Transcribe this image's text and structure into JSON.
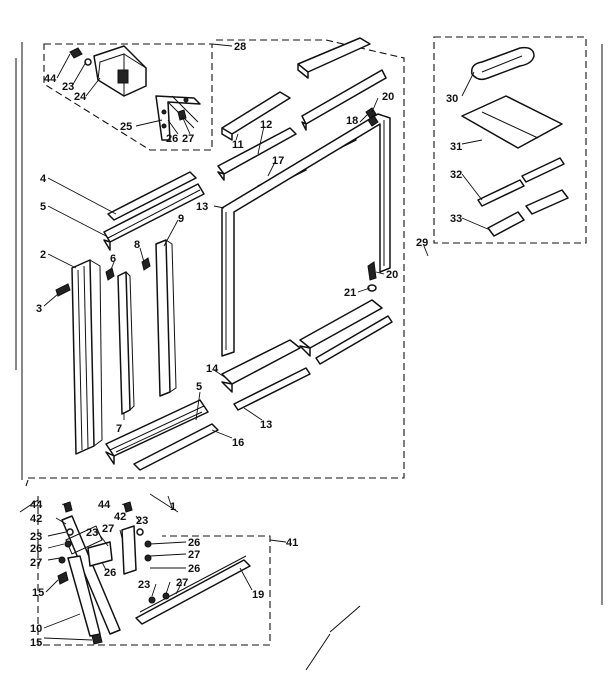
{
  "callouts": {
    "c44a": "44",
    "c23a": "23",
    "c24": "24",
    "c25": "25",
    "c26a": "26",
    "c27a": "27",
    "c28": "28",
    "c11": "11",
    "c12": "12",
    "c17": "17",
    "c18": "18",
    "c20a": "20",
    "c13a": "13",
    "c4": "4",
    "c5a": "5",
    "c2": "2",
    "c3": "3",
    "c6": "6",
    "c8": "8",
    "c9": "9",
    "c7": "7",
    "c14": "14",
    "c13b": "13",
    "c5b": "5",
    "c16": "16",
    "c20b": "20",
    "c21": "21",
    "c30": "30",
    "c31": "31",
    "c32": "32",
    "c33": "33",
    "c29": "29",
    "c44b": "44",
    "c44c": "44",
    "c42a": "42",
    "c42b": "42",
    "c23b": "23",
    "c23c": "23",
    "c23d": "23",
    "c26b": "26",
    "c26c": "26",
    "c26d": "26",
    "c26e": "26",
    "c27b": "27",
    "c27c": "27",
    "c27d": "27",
    "c27e": "27",
    "c1": "1",
    "c41": "41",
    "c15a": "15",
    "c15b": "15",
    "c10": "10",
    "c19": "19",
    "c23e": "23"
  }
}
